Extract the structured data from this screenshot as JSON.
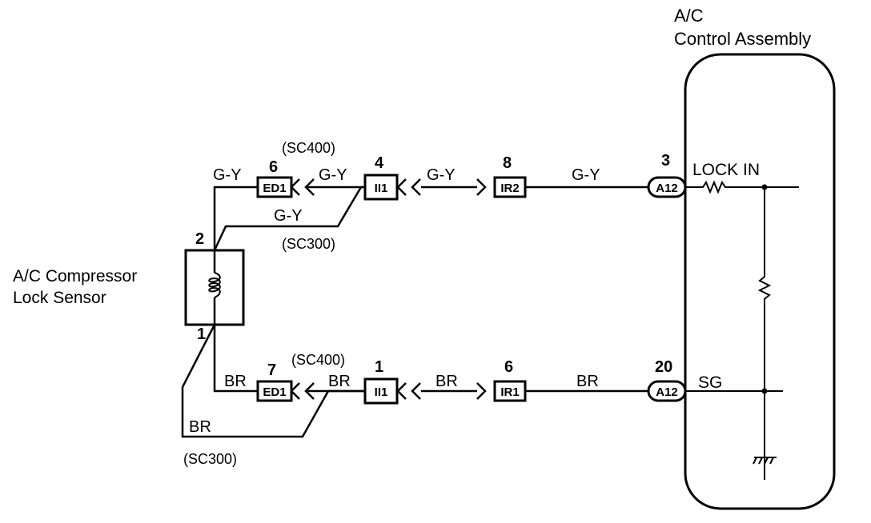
{
  "components": {
    "control_assembly": {
      "line1": "A/C",
      "line2": "Control Assembly"
    },
    "lock_sensor": {
      "line1": "A/C Compressor",
      "line2": "Lock Sensor"
    }
  },
  "terminals": {
    "lock_in": "LOCK IN",
    "sg": "SG"
  },
  "sensor_pins": {
    "top": "2",
    "bottom": "1"
  },
  "top_circuit": {
    "wire_color": "G-Y",
    "model_upper": "(SC400)",
    "model_lower": "(SC300)",
    "ed1": {
      "pin": "6",
      "label": "ED1"
    },
    "ii1": {
      "pin": "4",
      "label": "II1"
    },
    "ir": {
      "pin": "8",
      "label": "IR2"
    },
    "a12": {
      "pin": "3",
      "label": "A12"
    }
  },
  "bottom_circuit": {
    "wire_color": "BR",
    "model_upper": "(SC400)",
    "model_lower": "(SC300)",
    "ed1": {
      "pin": "7",
      "label": "ED1"
    },
    "ii1": {
      "pin": "1",
      "label": "II1"
    },
    "ir": {
      "pin": "6",
      "label": "IR1"
    },
    "a12": {
      "pin": "20",
      "label": "A12"
    }
  }
}
